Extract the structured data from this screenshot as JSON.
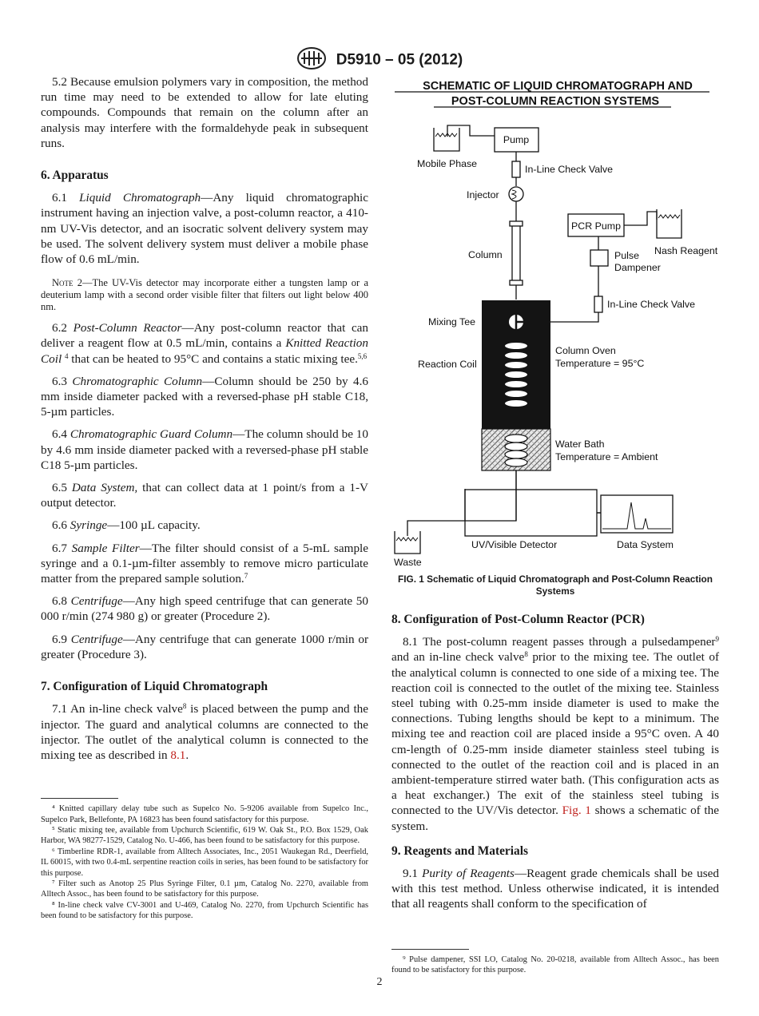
{
  "header": {
    "doc_id": "D5910 – 05 (2012)"
  },
  "left": {
    "p52": "5.2 Because emulsion polymers vary in composition, the method run time may need to be extended to allow for late eluting compounds. Compounds that remain on the column after an analysis may interfere with the formaldehyde peak in subsequent runs.",
    "h6": "6.  Apparatus",
    "p61_num": "6.1 ",
    "p61_term": "Liquid Chromatograph",
    "p61_text": "—Any liquid chromatographic instrument having an injection valve, a post-column reactor, a 410-nm UV-Vis detector, and an isocratic solvent delivery system may be used. The solvent delivery system must deliver a mobile phase flow of 0.6 mL/min.",
    "note2_label": "Note",
    "note2_text": " 2—The UV-Vis detector may incorporate either a tungsten lamp or a deuterium lamp with a second order visible filter that filters out light below 400 nm.",
    "p62_num": "6.2 ",
    "p62_term": "Post-Column Reactor",
    "p62_a": "—Any post-column reactor that can deliver a reagent flow at 0.5 mL/min, contains a ",
    "p62_term2": "Knitted Reaction Coil",
    "p62_sup1": "4",
    "p62_b": " that can be heated to 95°C and contains a static mixing tee.",
    "p62_sup2": "5,6",
    "p63_num": "6.3 ",
    "p63_term": "Chromatographic Column",
    "p63_text": "—Column should be 250 by 4.6 mm inside diameter packed with a reversed-phase pH stable C18, 5-µm particles.",
    "p64_num": "6.4 ",
    "p64_term": "Chromatographic Guard Column",
    "p64_text": "—The column should be 10 by 4.6 mm inside diameter packed with a reversed-phase pH stable C18 5-µm particles.",
    "p65_num": "6.5 ",
    "p65_term": "Data System,",
    "p65_text": " that can collect data at 1 point/s from a 1-V output detector.",
    "p66_num": "6.6 ",
    "p66_term": "Syringe",
    "p66_text": "—100 µL capacity.",
    "p67_num": "6.7 ",
    "p67_term": "Sample Filter",
    "p67_text": "—The filter should consist of a 5-mL sample syringe and a 0.1-µm-filter assembly to remove micro particulate matter from the prepared sample solution.",
    "p67_sup": "7",
    "p68_num": "6.8 ",
    "p68_term": "Centrifuge",
    "p68_text": "—Any high speed centrifuge that can generate 50 000 r/min (274 980 g) or greater (Procedure 2).",
    "p69_num": "6.9 ",
    "p69_term": "Centrifuge",
    "p69_text": "—Any centrifuge that can generate 1000 r/min or greater (Procedure 3).",
    "h7": "7.  Configuration of Liquid Chromatograph",
    "p71_a": "7.1  An in-line check valve",
    "p71_sup": "8",
    "p71_b": " is placed between the pump and the injector. The guard and analytical columns are connected to the injector. The outlet of the analytical column is connected to the mixing tee as described in ",
    "p71_link": "8.1",
    "p71_c": ".",
    "fn4": "⁴ Knitted capillary delay tube such as Supelco No. 5-9206 available from Supelco Inc., Supelco Park, Bellefonte, PA 16823 has been found satisfactory for this purpose.",
    "fn5": "⁵ Static mixing tee, available from Upchurch Scientific, 619 W. Oak St., P.O. Box 1529, Oak Harbor, WA 98277-1529, Catalog No. U-466, has been found to be satisfactory for this purpose.",
    "fn6": "⁶ Timberline RDR-1, available from Alltech Associates, Inc., 2051 Waukegan Rd., Deerfield, IL 60015, with two 0.4-mL serpentine reaction coils in series, has been found to be satisfactory for this purpose.",
    "fn7": "⁷ Filter such as Anotop 25 Plus Syringe Filter, 0.1 µm, Catalog No. 2270, available from Alltech Assoc., has been found to be satisfactory for this purpose.",
    "fn8": "⁸ In-line check valve CV-3001 and U-469, Catalog No. 2270, from Upchurch Scientific has been found to be satisfactory for this purpose."
  },
  "figure": {
    "title1": "SCHEMATIC OF LIQUID CHROMATOGRAPH AND",
    "title2": "POST-COLUMN REACTION SYSTEMS",
    "pump": "Pump",
    "mobile_phase": "Mobile Phase",
    "check_valve_1": "In-Line Check Valve",
    "injector": "Injector",
    "pcr_pump": "PCR Pump",
    "nash": "Nash Reagent",
    "column": "Column",
    "pulse1": "Pulse",
    "pulse2": "Dampener",
    "check_valve_2": "In-Line Check Valve",
    "mixing_tee": "Mixing Tee",
    "reaction_coil": "Reaction Coil",
    "oven1": "Column Oven",
    "oven2": "Temperature = 95°C",
    "bath1": "Water Bath",
    "bath2": "Temperature = Ambient",
    "waste": "Waste",
    "detector": "UV/Visible Detector",
    "data_system": "Data System",
    "caption": "FIG. 1 Schematic of Liquid Chromatograph and Post-Column Reaction Systems"
  },
  "right": {
    "h8": "8.  Configuration of Post-Column Reactor (PCR)",
    "p81_a": "8.1 The post-column reagent passes through a pulsedampener",
    "p81_sup1": "9",
    "p81_b": " and an in-line check valve",
    "p81_sup2": "8",
    "p81_c": " prior to the mixing tee. The outlet of the analytical column is connected to one side of a mixing tee. The reaction coil is connected to the outlet of the mixing tee. Stainless steel tubing with 0.25-mm inside diameter is used to make the connections. Tubing lengths should be kept to a minimum. The mixing tee and reaction coil are placed inside a 95°C oven. A 40 cm-length of 0.25-mm inside diameter stainless steel tubing is connected to the outlet of the reaction coil and is placed in an ambient-temperature stirred water bath. (This configuration acts as a heat exchanger.) The exit of the stainless steel tubing is connected to the UV/Vis detector. ",
    "p81_link": "Fig. 1",
    "p81_d": " shows a schematic of the system.",
    "h9": "9.  Reagents and Materials",
    "p91_num": "9.1 ",
    "p91_term": "Purity of Reagents",
    "p91_text": "—Reagent grade chemicals shall be used with this test method. Unless otherwise indicated, it is intended that all reagents shall conform to the specification of",
    "fn9": "⁹ Pulse dampener, SSI LO, Catalog No. 20-0218, available from Alltech Assoc., has been found to be satisfactory for this purpose."
  },
  "page_number": "2"
}
